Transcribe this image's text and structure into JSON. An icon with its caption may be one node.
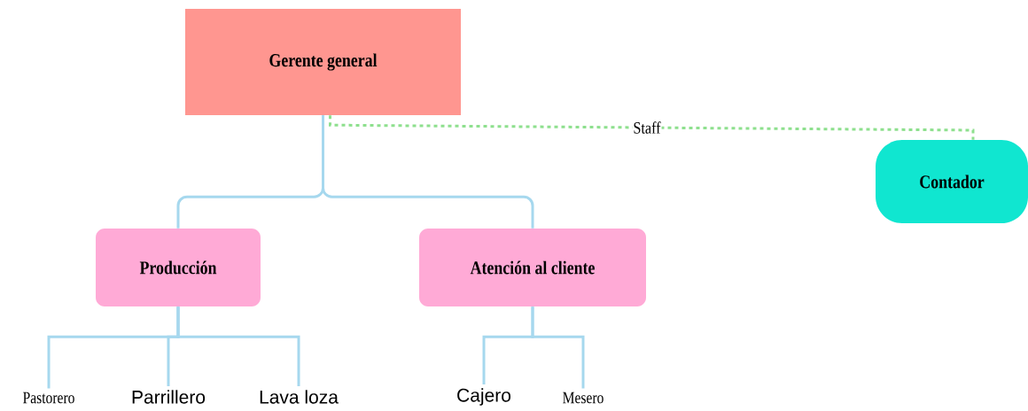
{
  "diagram": {
    "nodes": [
      {
        "text": [
          "Gerente general"
        ]
      },
      {
        "text": [
          "Producción"
        ]
      },
      {
        "text": [
          "Atención al cliente"
        ]
      },
      {
        "text": [
          "Contador"
        ]
      },
      {
        "text": [
          "Pastorero"
        ]
      },
      {
        "text": [
          "Parrillero"
        ]
      },
      {
        "text": [
          "Lava loza"
        ]
      },
      {
        "text": [
          "Cajero"
        ]
      },
      {
        "text": [
          "Mesero"
        ]
      }
    ],
    "edges": [
      {
        "from": 0,
        "to": 1,
        "arrow": "none"
      },
      {
        "from": 0,
        "to": 2,
        "arrow": "none"
      },
      {
        "from": 0,
        "to": 3,
        "arrow": "none",
        "label": "Staff",
        "style": "dashed",
        "color": "#8ee08e"
      },
      {
        "from": 1,
        "to": 4,
        "arrow": "none"
      },
      {
        "from": 1,
        "to": 5,
        "arrow": "none"
      },
      {
        "from": 1,
        "to": 6,
        "arrow": "none"
      },
      {
        "from": 2,
        "to": 7,
        "arrow": "none"
      },
      {
        "from": 2,
        "to": 8,
        "arrow": "none"
      }
    ]
  }
}
